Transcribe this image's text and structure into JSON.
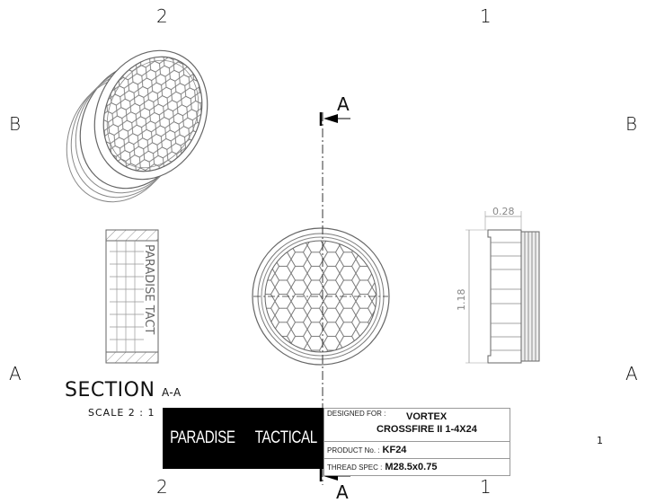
{
  "zones": {
    "top": [
      "2",
      "1"
    ],
    "bottom": [
      "2",
      "1"
    ],
    "left": [
      "B",
      "A"
    ],
    "right": [
      "B",
      "A"
    ]
  },
  "section": {
    "title": "SECTION",
    "id": "A-A",
    "scale": "SCALE 2 : 1",
    "marker_top": "A",
    "marker_bottom": "A",
    "cut_text": "PARADISE TACT"
  },
  "dimensions": {
    "width": "0.28",
    "height": "1.18"
  },
  "logo": {
    "text_left": "PARADISE",
    "text_right": "TACTICAL",
    "icon": "pineapple-grenade-icon"
  },
  "title_block": {
    "designed_for_label": "DESIGNED FOR :",
    "designed_for_line1": "VORTEX",
    "designed_for_line2": "CROSSFIRE II 1-4X24",
    "product_label": "PRODUCT No. :",
    "product_value": "KF24",
    "thread_label": "THREAD SPEC :",
    "thread_value": "M28.5x0.75"
  },
  "sheet_number": "1"
}
